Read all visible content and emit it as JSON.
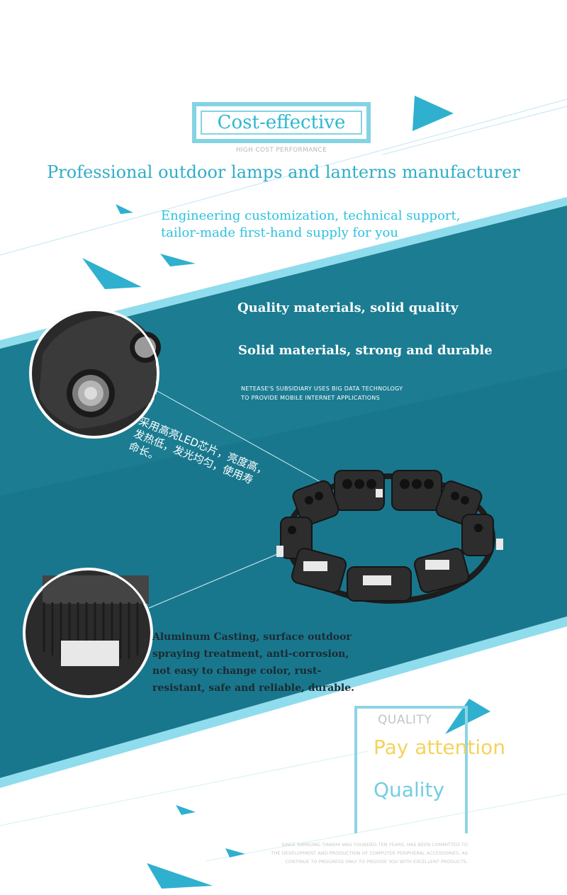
{
  "header": {
    "badge_title": "Cost-effective",
    "badge_subtitle": "HIGH COST PERFORMANCE",
    "headline": "Professional outdoor lamps and lanterns manufacturer",
    "engineering_line_1": "Engineering customization, technical support,",
    "engineering_line_2": "tailor-made first-hand supply for you"
  },
  "features": {
    "quality_line": "Quality materials, solid quality",
    "solid_line": "Solid materials, strong and durable",
    "netease_line_1": "NETEASE'S SUBSIDIARY USES BIG DATA TECHNOLOGY",
    "netease_line_2": "TO PROVIDE MOBILE INTERNET APPLICATIONS",
    "chinese_line_1": "采用高亮LED芯片，亮度高，",
    "chinese_line_2": "发热低，发光均匀，使用寿",
    "chinese_line_3": "命长。",
    "aluminum_line_1": "Aluminum Casting, surface outdoor",
    "aluminum_line_2": "spraying treatment, anti-corrosion,",
    "aluminum_line_3": "not easy to change color, rust-",
    "aluminum_line_4": "resistant, safe and reliable, durable."
  },
  "quality_box": {
    "label": "QUALITY",
    "pay_attention": "Pay attention",
    "quality_word": "Quality",
    "since_line_1": "SINCE SAMSUNG TIANSHI WAS FOUNDED TEN YEARS, HAS BEEN COMMITTED TO",
    "since_line_2": "THE DEVELOPMENT AND PRODUCTION OF COMPUTER PERIPHERAL ACCESSORIES, AS",
    "since_line_3": "CONTINUE TO PROGRESS ONLY TO PROVIDE YOU WITH EXCELLENT PRODUCTS."
  },
  "colors": {
    "teal_band": "#1b7c92",
    "accent_cyan": "#2cb8d0",
    "light_cyan": "#84d3e3",
    "gold": "#f4d35e"
  }
}
